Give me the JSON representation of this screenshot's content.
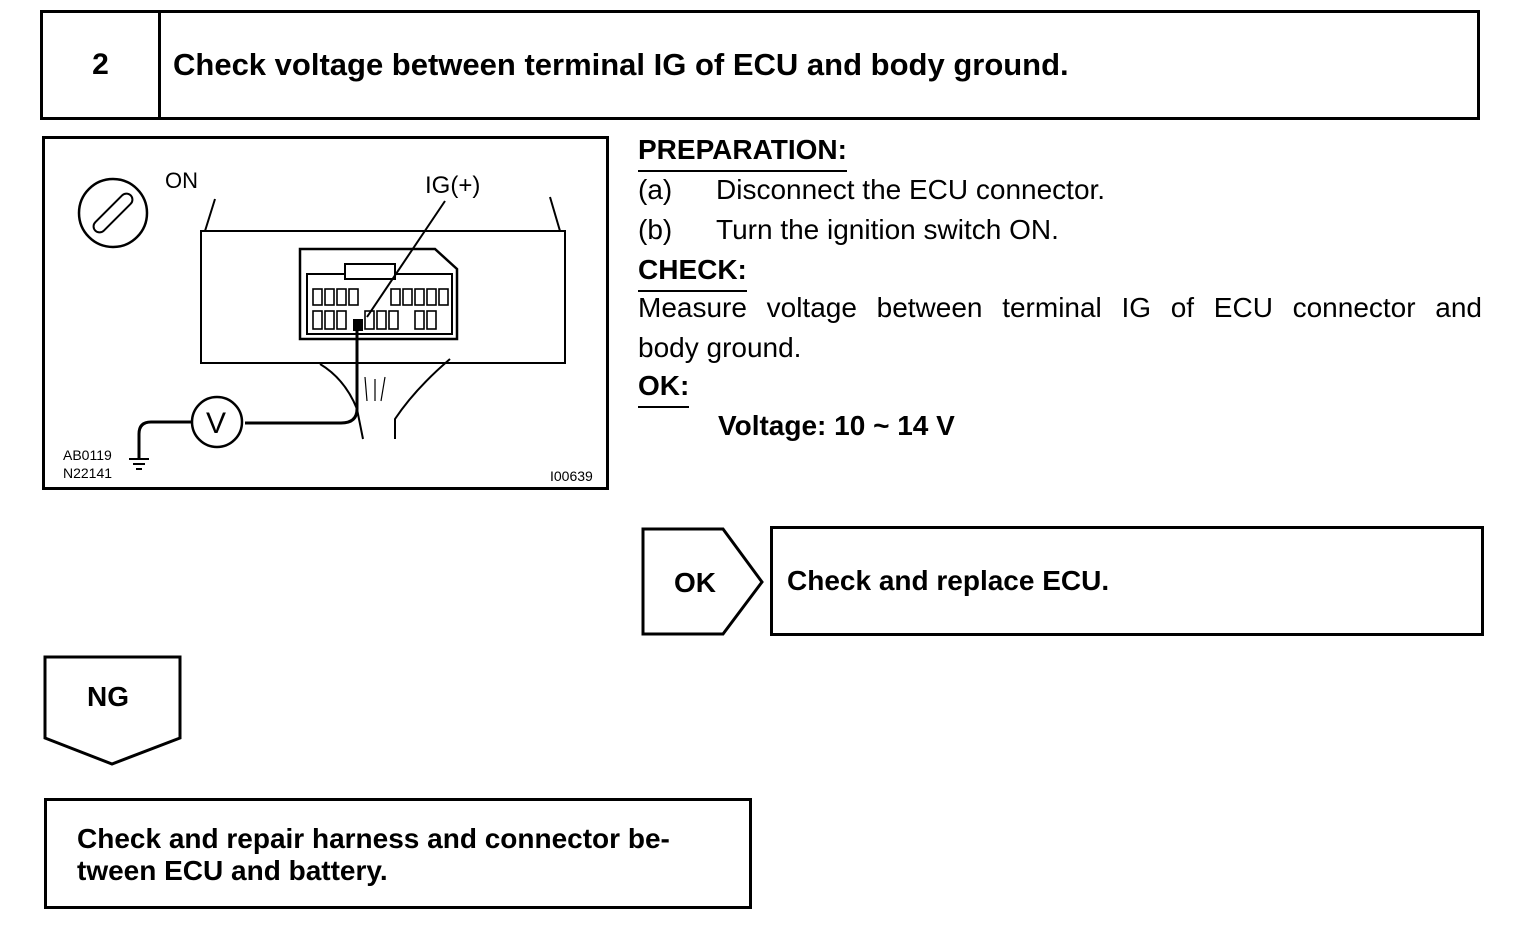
{
  "step": {
    "number": "2",
    "title": "Check voltage between terminal IG of ECU and body ground."
  },
  "figure": {
    "on_label": "ON",
    "terminal_label": "IG(+)",
    "meter_label": "V",
    "code_1": "AB0119",
    "code_2": "N22141",
    "code_3": "I00639"
  },
  "procedure": {
    "preparation_heading": "PREPARATION:",
    "steps": [
      {
        "marker": "(a)",
        "text": "Disconnect the ECU connector."
      },
      {
        "marker": "(b)",
        "text": "Turn the ignition switch ON."
      }
    ],
    "check_heading": "CHECK:",
    "check_text_line1": "Measure voltage between terminal IG of ECU connector and",
    "check_text_line2": "body ground.",
    "ok_heading": "OK:",
    "spec": "Voltage: 10 ~ 14 V"
  },
  "results": {
    "ok_label": "OK",
    "ok_action": "Check and replace ECU.",
    "ng_label": "NG",
    "ng_action_line1": "Check and repair harness and connector be-",
    "ng_action_line2": "tween ECU and battery."
  }
}
